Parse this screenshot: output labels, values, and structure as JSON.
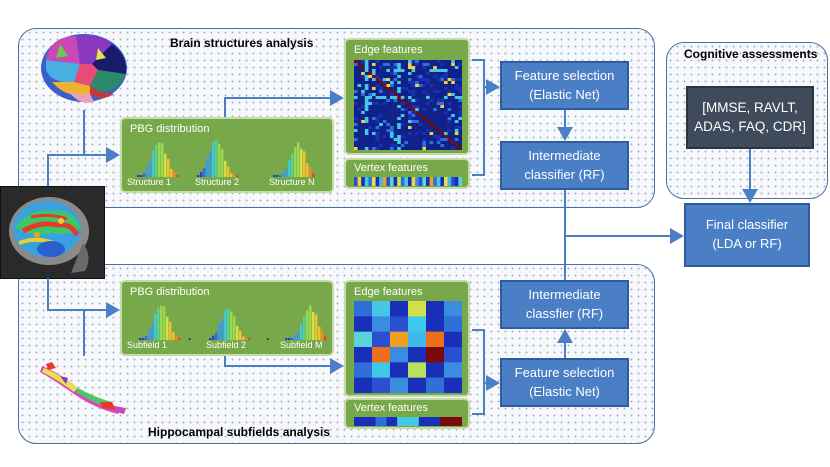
{
  "brain_region": {
    "title": "Brain structures analysis"
  },
  "hippo_region": {
    "title": "Hippocampal subfields analysis"
  },
  "cognitive_region": {
    "title": "Cognitive assessments",
    "box_line1": "[MMSE, RAVLT,",
    "box_line2": "ADAS, FAQ, CDR]"
  },
  "brain": {
    "pbg": {
      "title": "PBG distribution",
      "labels": [
        "Structure 1",
        "Structure 2",
        "Structure N"
      ]
    },
    "edge": {
      "title": "Edge features"
    },
    "vertex": {
      "title": "Vertex features"
    },
    "feature_selection": {
      "line1": "Feature selection",
      "line2": "(Elastic Net)"
    },
    "intermediate": {
      "line1": "Intermediate",
      "line2": "classifier (RF)"
    }
  },
  "hippo": {
    "pbg": {
      "title": "PBG distribution",
      "labels": [
        "Subfield 1",
        "Subfield 2",
        "Subfield M"
      ]
    },
    "edge": {
      "title": "Edge features"
    },
    "vertex": {
      "title": "Vertex features"
    },
    "intermediate": {
      "line1": "Intermediate",
      "line2": "classfier (RF)"
    },
    "feature_selection": {
      "line1": "Feature selection",
      "line2": "(Elastic Net)"
    }
  },
  "final": {
    "line1": "Final classifier",
    "line2": "(LDA or RF)"
  },
  "colors": {
    "region_border": "#4a6fa5",
    "green_panel": "#77a84a",
    "blue_box": "#4a7fc6",
    "dark_box": "#3f4b5b",
    "arrow": "#4a7fc6"
  },
  "hippo_edge_matrix": [
    [
      "#2f6fd8",
      "#46c7e6",
      "#1a2fb8",
      "#d2e04a",
      "#1a2fb8",
      "#3a8ce0"
    ],
    [
      "#1a2fb8",
      "#3a8ce0",
      "#2a4fd0",
      "#3fc8e8",
      "#1a2fb8",
      "#2f6fd8"
    ],
    [
      "#5bd1d8",
      "#2a4fd0",
      "#f0a020",
      "#3fb8ea",
      "#ee6f1a",
      "#1a2fb8"
    ],
    [
      "#1a2fb8",
      "#ee6f1a",
      "#3a8ce0",
      "#1a2fb8",
      "#7a0a0a",
      "#2a4fd0"
    ],
    [
      "#2f6fd8",
      "#3fc8e8",
      "#1a2fb8",
      "#b8e060",
      "#1a2fb8",
      "#3a8ce0"
    ],
    [
      "#1a2fb8",
      "#2a4fd0",
      "#3a8ce0",
      "#1a2fb8",
      "#2f6fd8",
      "#1a2fb8"
    ]
  ],
  "brain_vertex_colors": [
    "#2a4fd0",
    "#f4d23a",
    "#1a2fb8",
    "#46c7e6",
    "#2f6fd8",
    "#e8e050",
    "#1a2fb8",
    "#3fb8ea",
    "#f0a020",
    "#2a4fd0",
    "#5bd1d8",
    "#1a2fb8",
    "#d2e04a",
    "#2f6fd8",
    "#46c7e6",
    "#1a2fb8",
    "#f4d23a",
    "#3a8ce0",
    "#2a4fd0",
    "#5bd1d8",
    "#1a2fb8",
    "#f0a020",
    "#2f6fd8",
    "#46c7e6",
    "#1a2fb8",
    "#e8e050",
    "#3fb8ea",
    "#2a4fd0",
    "#1a2fb8",
    "#5bd1d8"
  ],
  "hippo_vertex_colors": [
    "#1a2fb8",
    "#1a2fb8",
    "#2f6fd8",
    "#1a2fb8",
    "#46c7e6",
    "#46c7e6",
    "#1a2fb8",
    "#1a2fb8",
    "#7a0a0a",
    "#7a0a0a"
  ]
}
